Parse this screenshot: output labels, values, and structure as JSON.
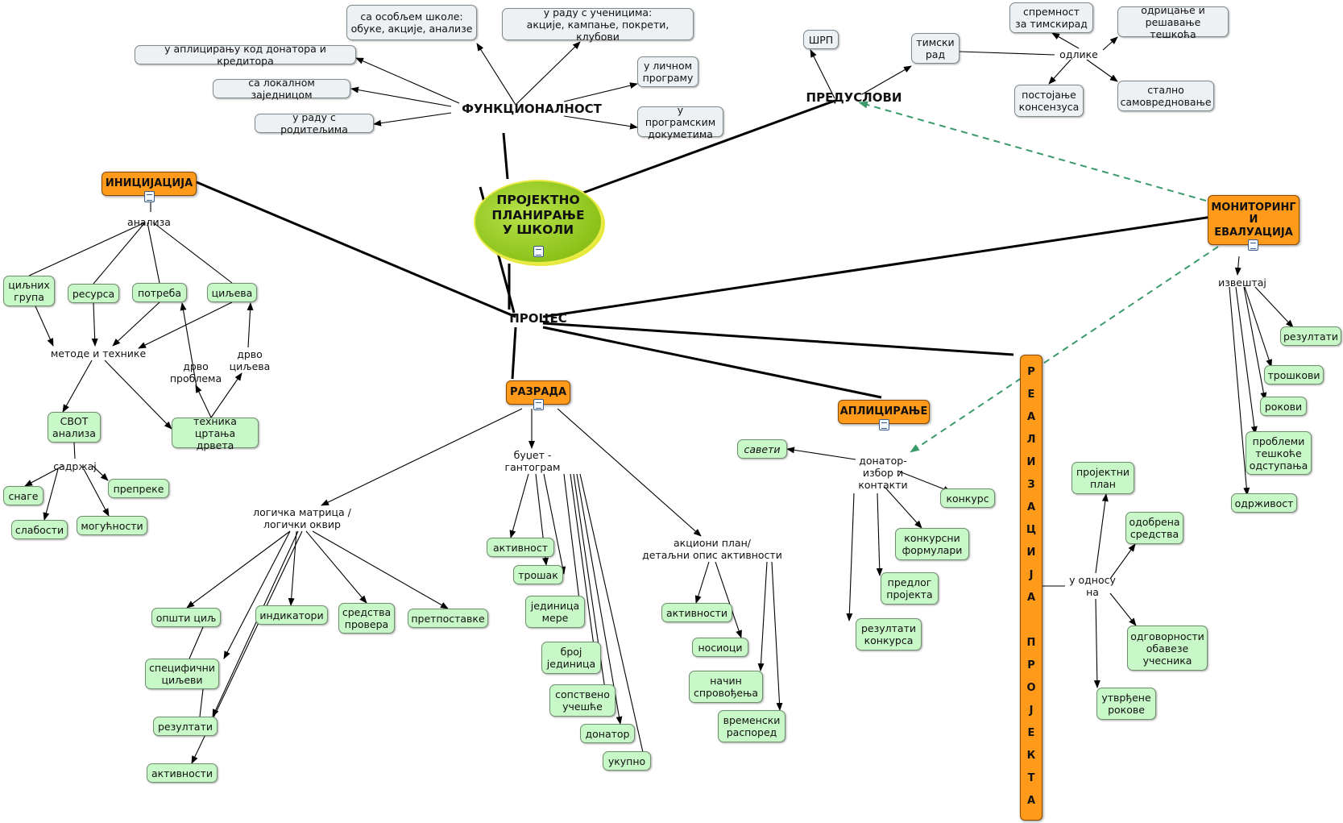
{
  "nodes": {
    "root": "ПРОЈЕКТНО\nПЛАНИРАЊЕ\nУ ШКОЛИ",
    "funkcionalnost": "ФУНКЦИОНАЛНОСТ",
    "predusl": "ПРЕДУСЛОВИ",
    "proces": "ПРОЦЕС",
    "inicijacija": "ИНИЦИЈАЦИЈА",
    "razrada": "РАЗРАДА",
    "apliciranje": "АПЛИЦИРАЊЕ",
    "monitoring": "МОНИТОРИНГ\nИ\nЕВАЛУАЦИЈА",
    "realizacija": "РЕАЛИЗАЦИЈА ПРОЈЕКТА",
    "f_osoblje": "са особљем школе:\nобуке, акције, анализе",
    "f_ucenici": "у раду с ученицима:\nакције, кампање, покрети, клубови",
    "f_donatori": "у аплицирању код донатора и кредитора",
    "f_zajednica": "са локалном заједницом",
    "f_roditelji": "у раду с родитељима",
    "f_licni": "у личном\nпрограму",
    "f_programski": "у програмским\nдокуметима",
    "p_srp": "ШРП",
    "p_timski": "тимски\nрад",
    "p_odlike": "одлике",
    "p_spremnost": "спремност\nза тимскирад",
    "p_odricanje": "одрицање и\nрешавање тешкоћа",
    "p_konsenzus": "постојање\nконсензуса",
    "p_samovred": "стално\nсамовредновање",
    "i_analiza": "анализа",
    "i_ciljne": "циљних\nгрупа",
    "i_resursa": "ресурса",
    "i_potreba": "потреба",
    "i_ciljeva": "циљева",
    "i_metode": "методе и технике",
    "i_drvo_problema": "дрво\nпроблема",
    "i_drvo_ciljeva": "дрво\nциљева",
    "i_svot": "СВОТ\nанализа",
    "i_tehnika": "техника\nцртања дрвета",
    "i_sadrzaj": "садржај",
    "i_snage": "снаге",
    "i_prepreke": "препреке",
    "i_slabosti": "слабости",
    "i_mogucnosti": "могућности",
    "r_logicka": "логичка матрица /\nлогички оквир",
    "r_opsti": "општи циљ",
    "r_indikatori": "индикатори",
    "r_sredstva": "средства\nпровера",
    "r_pretpostavke": "претпоставке",
    "r_specificni": "специфични\nциљеви",
    "r_rezultati": "резултати",
    "r_aktivnosti": "активности",
    "r_budzet": "буџет -\nгантограм",
    "r_b_aktivnost": "активност",
    "r_b_trosak": "трошак",
    "r_b_jedinica": "јединица\nмере",
    "r_b_broj": "број\nјединица",
    "r_b_sopstveno": "сопствено\nучешће",
    "r_b_donator": "донатор",
    "r_b_ukupno": "укупно",
    "r_akcioni": "акциони план/\nдетаљни опис активности",
    "r_a_aktivnosti": "активности",
    "r_a_nosioci": "носиоци",
    "r_a_nacin": "начин\nспровођења",
    "r_a_vremenski": "временски\nраспоред",
    "a_donator": "донатор-\nизбор и\nконтакти",
    "a_saveti": "савети",
    "a_konkurs": "конкурс",
    "a_formulari": "конкурсни\nформулари",
    "a_predlog": "предлог\nпројекта",
    "a_rezultati": "резултати\nконкурса",
    "m_izvestaj": "извештај",
    "m_rezultati": "резултати",
    "m_troskovi": "трошкови",
    "m_rokovi": "рокови",
    "m_problemi": "проблеми\nтешкоће\nодступања",
    "m_odrzivost": "одрживост",
    "z_odnos": "у односу\nна",
    "z_projektni": "пројектни\nплан",
    "z_odobrena": "одобрена\nсредства",
    "z_odgovornosti": "одговорности\nобавезе\nучесника",
    "z_utvrdjene": "утврђене\nрокове"
  },
  "colors": {
    "concept_green": "#c8f7c8",
    "concept_gray": "#eef1f3",
    "phase_orange": "#ff9a1a",
    "root_green": "#8cc21a",
    "dashed_link": "#3a9a6a"
  },
  "icons": [
    "document-icon"
  ]
}
